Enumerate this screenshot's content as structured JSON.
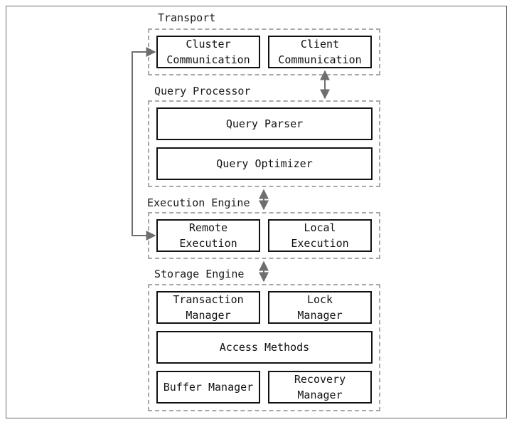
{
  "layers": {
    "transport": {
      "label": "Transport",
      "components": {
        "cluster": [
          "Cluster",
          "Communication"
        ],
        "client": [
          "Client",
          "Communication"
        ]
      }
    },
    "query_processor": {
      "label": "Query Processor",
      "components": {
        "parser": "Query Parser",
        "optimizer": "Query Optimizer"
      }
    },
    "execution_engine": {
      "label": "Execution Engine",
      "components": {
        "remote": [
          "Remote",
          "Execution"
        ],
        "local": [
          "Local",
          "Execution"
        ]
      }
    },
    "storage_engine": {
      "label": "Storage Engine",
      "components": {
        "transaction": [
          "Transaction",
          "Manager"
        ],
        "lock": [
          "Lock",
          "Manager"
        ],
        "access": "Access Methods",
        "buffer": "Buffer Manager",
        "recovery": [
          "Recovery",
          "Manager"
        ]
      }
    }
  },
  "colors": {
    "border": "#111111",
    "dashed": "#a8a8a8",
    "arrow": "#6e6e6e",
    "frame": "#6b6b6b"
  }
}
